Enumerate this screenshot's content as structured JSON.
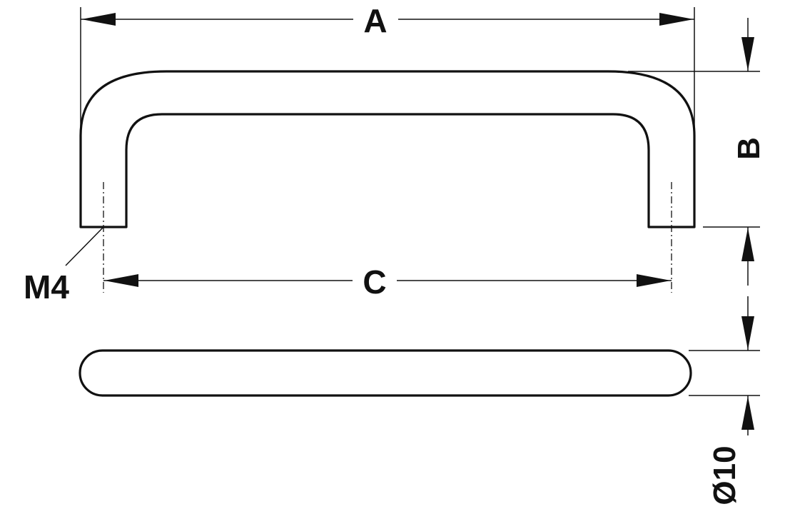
{
  "labels": {
    "a": "A",
    "b": "B",
    "c": "C",
    "thread": "M4",
    "diameter": "Ø10"
  }
}
